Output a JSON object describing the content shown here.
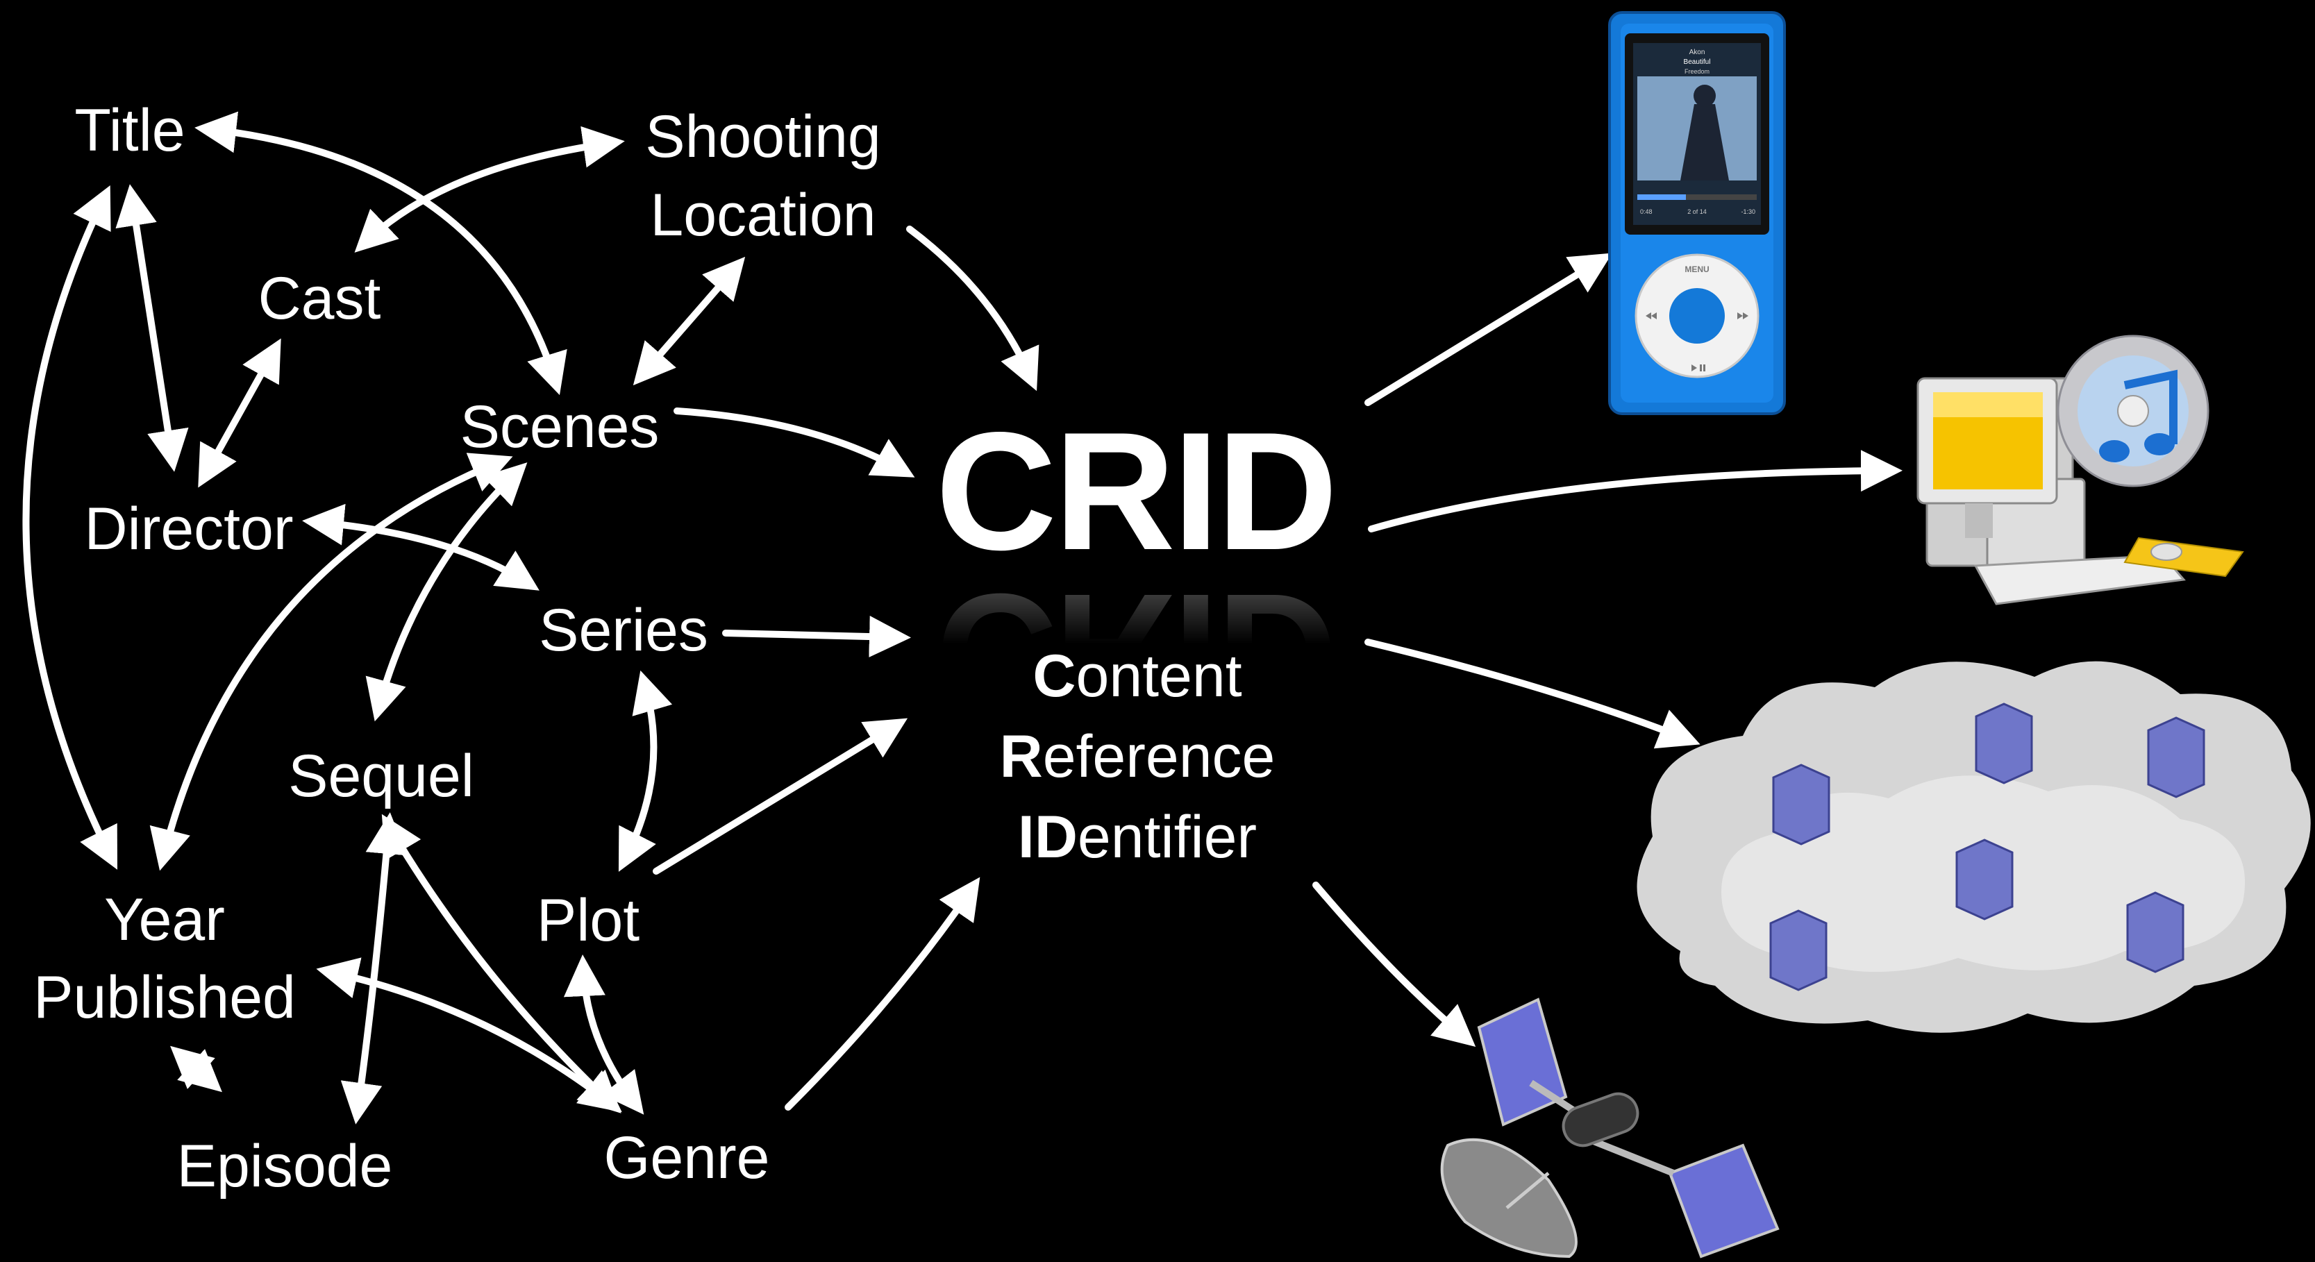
{
  "nodes": {
    "title": "Title",
    "shooting_location_line1": "Shooting",
    "shooting_location_line2": "Location",
    "cast": "Cast",
    "scenes": "Scenes",
    "director": "Director",
    "series": "Series",
    "sequel": "Sequel",
    "year_published_line1": "Year",
    "year_published_line2": "Published",
    "plot": "Plot",
    "episode": "Episode",
    "genre": "Genre"
  },
  "crid": {
    "acronym": "CRID",
    "expansion": [
      {
        "initial": "C",
        "rest": "ontent"
      },
      {
        "initial": "R",
        "rest": "eference"
      },
      {
        "initial": "ID",
        "rest": "entifier"
      }
    ]
  },
  "devices": {
    "media_player_screen": {
      "status": "Akon",
      "song": "Beautiful",
      "album": "Freedom",
      "track_count": "2 of 14",
      "time_left": "-1:30",
      "time_elapsed": "0:48",
      "menu_label": "MENU"
    }
  },
  "colors": {
    "background": "#000000",
    "foreground": "#ffffff",
    "player_blue": "#1479d8",
    "monitor_yellow": "#f6c300",
    "cloud": "#d9d9d9",
    "server_blue": "#6f76c9"
  }
}
